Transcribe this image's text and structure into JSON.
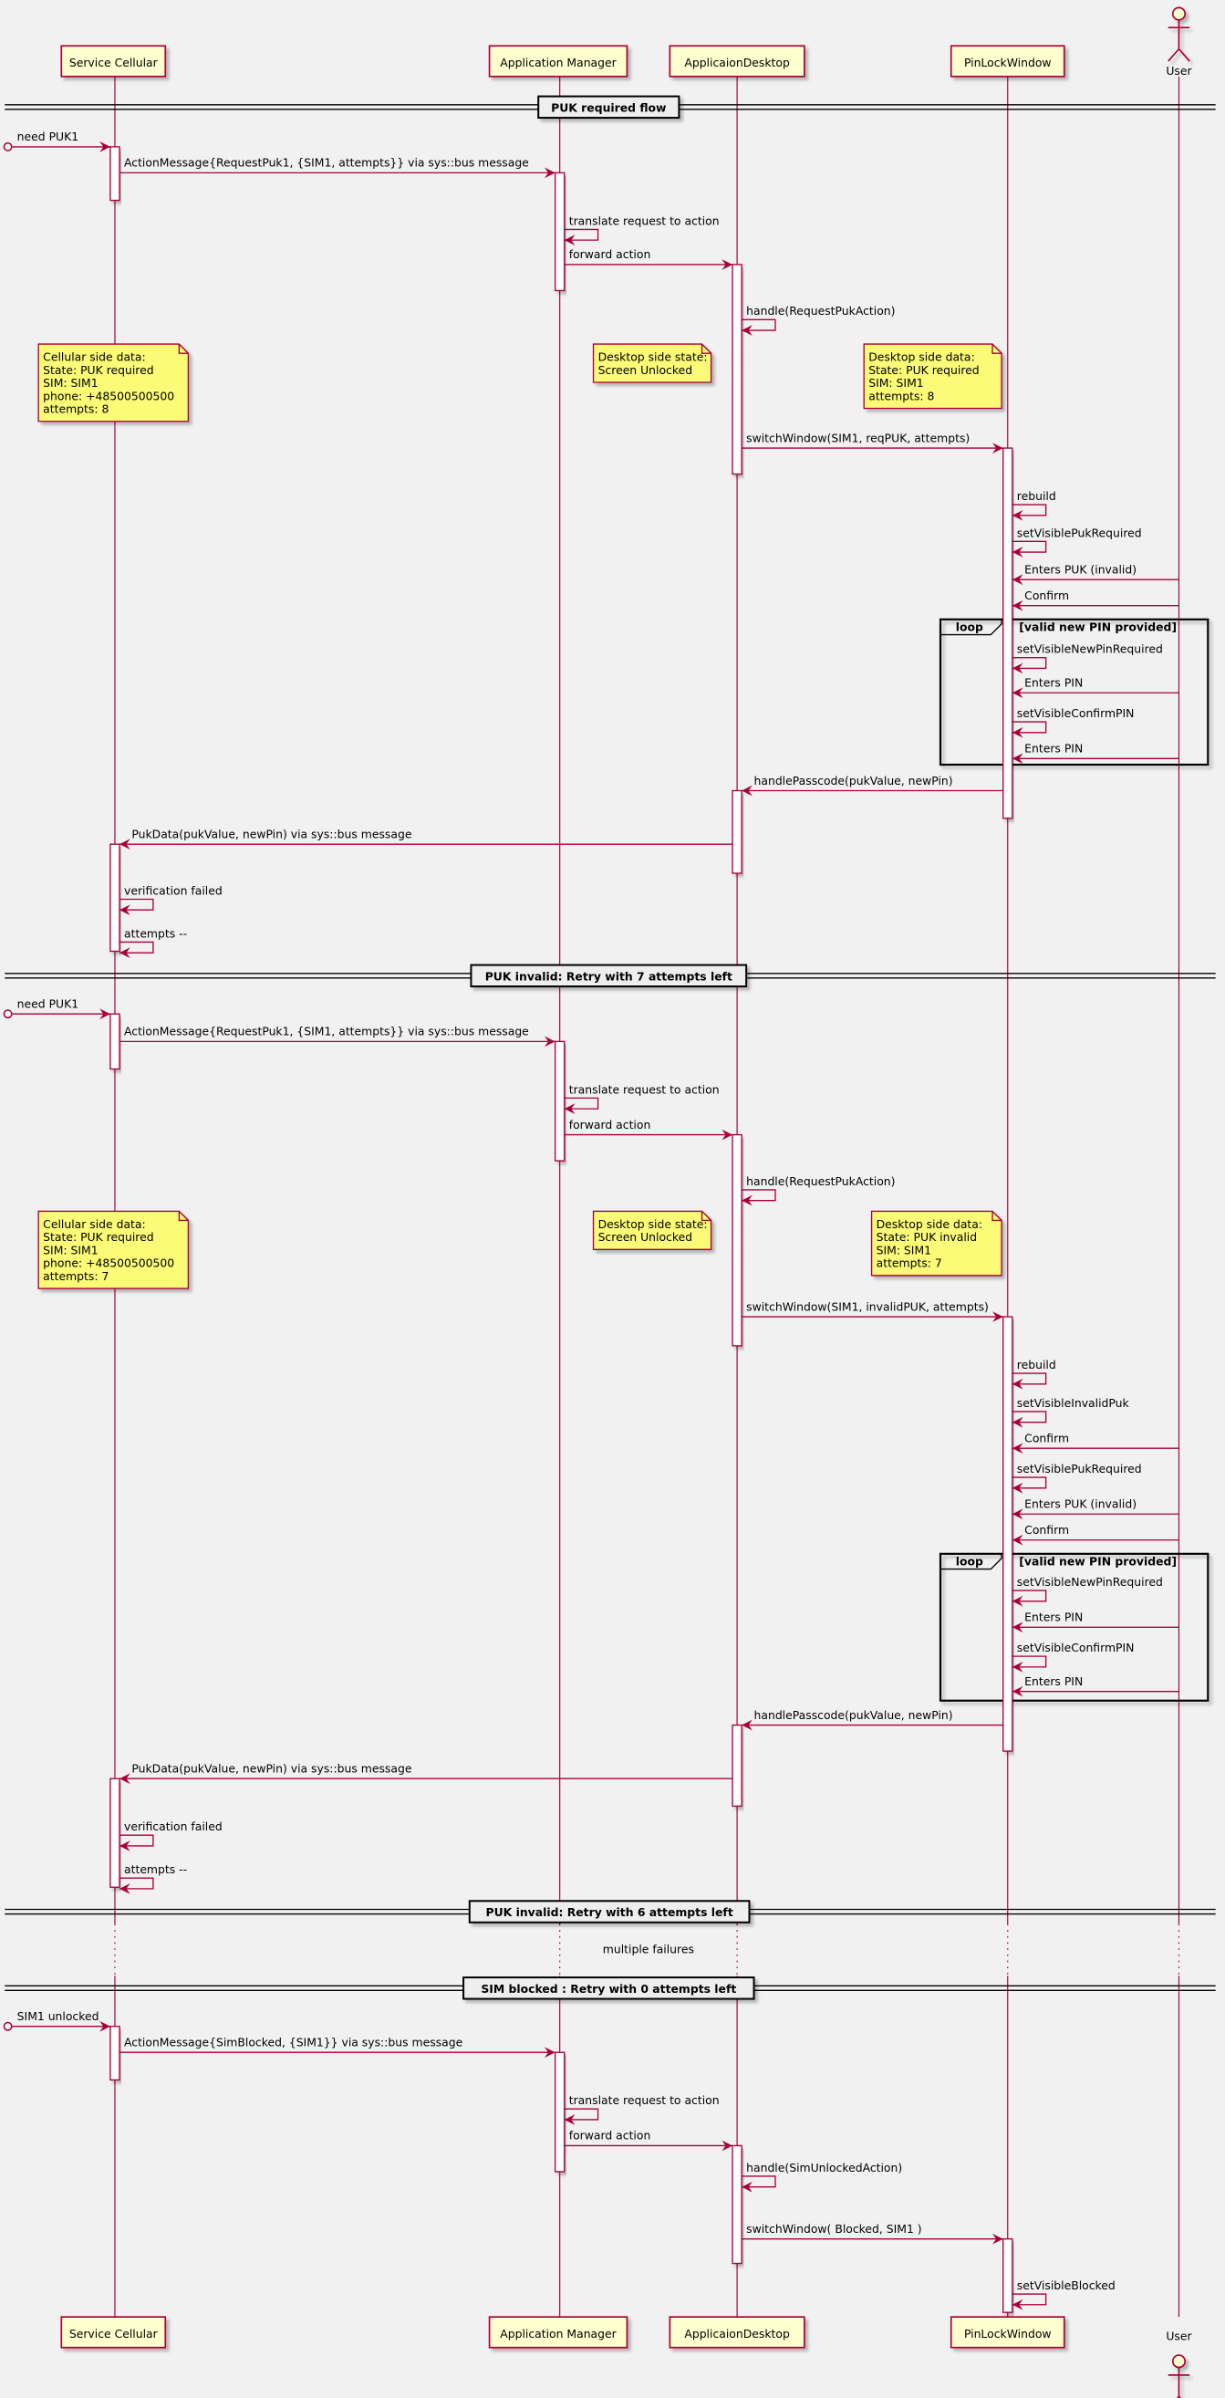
{
  "participants": [
    {
      "id": "sc",
      "name": "Service Cellular"
    },
    {
      "id": "am",
      "name": "Application Manager"
    },
    {
      "id": "ad",
      "name": "ApplicaionDesktop"
    },
    {
      "id": "pl",
      "name": "PinLockWindow"
    },
    {
      "id": "user",
      "name": "User",
      "actor": true
    }
  ],
  "dividers": [
    "PUK required flow",
    "PUK invalid: Retry with 7 attempts left",
    "PUK invalid: Retry with 6 attempts left",
    "SIM blocked : Retry with 0 attempts left"
  ],
  "delay_text": "multiple failures",
  "loops": [
    {
      "keyword": "loop",
      "condition": "[valid new PIN provided]"
    },
    {
      "keyword": "loop",
      "condition": "[valid new PIN provided]"
    }
  ],
  "notes": [
    [
      "Cellular side data:",
      "State: PUK required",
      "SIM: SIM1",
      "phone: +48500500500",
      "attempts: 8"
    ],
    [
      "Desktop side state:",
      "Screen Unlocked"
    ],
    [
      "Desktop side data:",
      "State: PUK required",
      "SIM: SIM1",
      "attempts: 8"
    ],
    [
      "Cellular side data:",
      "State: PUK required",
      "SIM: SIM1",
      "phone: +48500500500",
      "attempts: 7"
    ],
    [
      "Desktop side state:",
      "Screen Unlocked"
    ],
    [
      "Desktop side data:",
      "State: PUK invalid",
      "SIM: SIM1",
      "attempts: 7"
    ]
  ],
  "messages": [
    {
      "f": "in",
      "t": "sc",
      "label": "need PUK1"
    },
    {
      "f": "sc",
      "t": "am",
      "label": "ActionMessage{RequestPuk1, {SIM1, attempts}} via sys::bus message"
    },
    {
      "f": "am",
      "t": "am",
      "label": "translate request to action"
    },
    {
      "f": "am",
      "t": "ad",
      "label": "forward action"
    },
    {
      "f": "ad",
      "t": "ad",
      "label": "handle(RequestPukAction)"
    },
    {
      "f": "ad",
      "t": "pl",
      "label": "switchWindow(SIM1, reqPUK, attempts)"
    },
    {
      "f": "pl",
      "t": "pl",
      "label": "rebuild"
    },
    {
      "f": "pl",
      "t": "pl",
      "label": "setVisiblePukRequired"
    },
    {
      "f": "user",
      "t": "pl",
      "label": "Enters PUK (invalid)"
    },
    {
      "f": "user",
      "t": "pl",
      "label": "Confirm"
    },
    {
      "f": "pl",
      "t": "pl",
      "label": "setVisibleNewPinRequired"
    },
    {
      "f": "user",
      "t": "pl",
      "label": "Enters PIN"
    },
    {
      "f": "pl",
      "t": "pl",
      "label": "setVisibleConfirmPIN"
    },
    {
      "f": "user",
      "t": "pl",
      "label": "Enters PIN"
    },
    {
      "f": "pl",
      "t": "ad",
      "label": "handlePasscode(pukValue, newPin)"
    },
    {
      "f": "ad",
      "t": "sc",
      "label": "PukData(pukValue, newPin) via sys::bus message"
    },
    {
      "f": "sc",
      "t": "sc",
      "label": "verification failed"
    },
    {
      "f": "sc",
      "t": "sc",
      "label": "attempts --"
    },
    {
      "f": "in",
      "t": "sc",
      "label": "need PUK1"
    },
    {
      "f": "sc",
      "t": "am",
      "label": "ActionMessage{RequestPuk1, {SIM1, attempts}} via sys::bus message"
    },
    {
      "f": "am",
      "t": "am",
      "label": "translate request to action"
    },
    {
      "f": "am",
      "t": "ad",
      "label": "forward action"
    },
    {
      "f": "ad",
      "t": "ad",
      "label": "handle(RequestPukAction)"
    },
    {
      "f": "ad",
      "t": "pl",
      "label": "switchWindow(SIM1, invalidPUK, attempts)"
    },
    {
      "f": "pl",
      "t": "pl",
      "label": "rebuild"
    },
    {
      "f": "pl",
      "t": "pl",
      "label": "setVisibleInvalidPuk"
    },
    {
      "f": "user",
      "t": "pl",
      "label": "Confirm"
    },
    {
      "f": "pl",
      "t": "pl",
      "label": "setVisiblePukRequired"
    },
    {
      "f": "user",
      "t": "pl",
      "label": "Enters PUK (invalid)"
    },
    {
      "f": "user",
      "t": "pl",
      "label": "Confirm"
    },
    {
      "f": "pl",
      "t": "pl",
      "label": "setVisibleNewPinRequired"
    },
    {
      "f": "user",
      "t": "pl",
      "label": "Enters PIN"
    },
    {
      "f": "pl",
      "t": "pl",
      "label": "setVisibleConfirmPIN"
    },
    {
      "f": "user",
      "t": "pl",
      "label": "Enters PIN"
    },
    {
      "f": "pl",
      "t": "ad",
      "label": "handlePasscode(pukValue, newPin)"
    },
    {
      "f": "ad",
      "t": "sc",
      "label": "PukData(pukValue, newPin) via sys::bus message"
    },
    {
      "f": "sc",
      "t": "sc",
      "label": "verification failed"
    },
    {
      "f": "sc",
      "t": "sc",
      "label": "attempts --"
    },
    {
      "f": "in",
      "t": "sc",
      "label": "SIM1 unlocked"
    },
    {
      "f": "sc",
      "t": "am",
      "label": "ActionMessage{SimBlocked, {SIM1}} via sys::bus message"
    },
    {
      "f": "am",
      "t": "am",
      "label": "translate request to action"
    },
    {
      "f": "am",
      "t": "ad",
      "label": "forward action"
    },
    {
      "f": "ad",
      "t": "ad",
      "label": "handle(SimUnlockedAction)"
    },
    {
      "f": "ad",
      "t": "pl",
      "label": "switchWindow( Blocked, SIM1 )"
    },
    {
      "f": "pl",
      "t": "pl",
      "label": "setVisibleBlocked"
    }
  ],
  "colors": {
    "line": "#A80036",
    "participant": "#FEFECE",
    "note": "#FBFB77",
    "background": "#F1F1F1"
  }
}
